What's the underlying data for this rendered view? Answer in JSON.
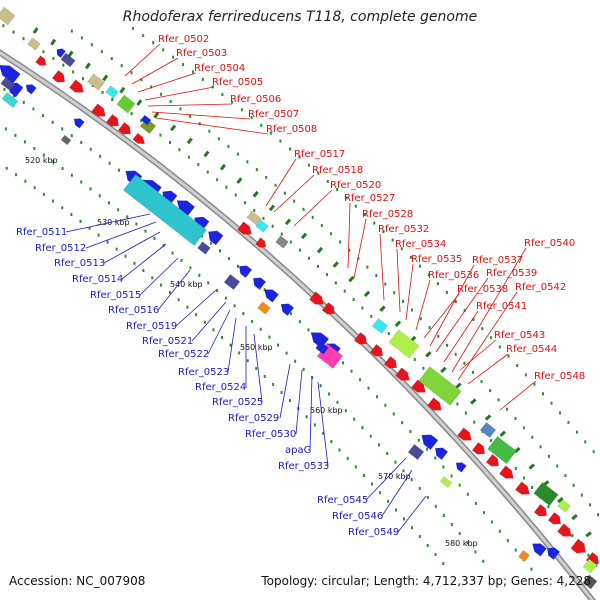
{
  "title": "Rhodoferax ferrireducens T118, complete genome",
  "footer": {
    "accession": "Accession: NC_007908",
    "summary": "Topology: circular; Length: 4,712,337 bp; Genes: 4,228"
  },
  "colors": {
    "background": "#ffffff",
    "backbone": "#9a9a9a",
    "tick": "#2a8a2a",
    "forward_gene": "#e8141c",
    "reverse_gene": "#1d24e0",
    "forward_label": "#e01010",
    "reverse_label": "#1a1ac8",
    "leader": "#333333"
  },
  "kbp_ticks": [
    "520 kbp",
    "530 kbp",
    "540 kbp",
    "550 kbp",
    "560 kbp",
    "570 kbp",
    "580 kbp"
  ],
  "forward_labels": [
    "Rfer_0502",
    "Rfer_0503",
    "Rfer_0504",
    "Rfer_0505",
    "Rfer_0506",
    "Rfer_0507",
    "Rfer_0508",
    "Rfer_0517",
    "Rfer_0518",
    "Rfer_0520",
    "Rfer_0527",
    "Rfer_0528",
    "Rfer_0532",
    "Rfer_0534",
    "Rfer_0535",
    "Rfer_0536",
    "Rfer_0537",
    "Rfer_0538",
    "Rfer_0539",
    "Rfer_0540",
    "Rfer_0541",
    "Rfer_0542",
    "Rfer_0543",
    "Rfer_0544",
    "Rfer_0548"
  ],
  "reverse_labels": [
    "Rfer_0511",
    "Rfer_0512",
    "Rfer_0513",
    "Rfer_0514",
    "Rfer_0515",
    "Rfer_0516",
    "Rfer_0519",
    "Rfer_0521",
    "Rfer_0522",
    "Rfer_0523",
    "Rfer_0524",
    "Rfer_0525",
    "Rfer_0529",
    "Rfer_0530",
    "apaG",
    "Rfer_0533",
    "Rfer_0545",
    "Rfer_0546",
    "Rfer_0549"
  ]
}
